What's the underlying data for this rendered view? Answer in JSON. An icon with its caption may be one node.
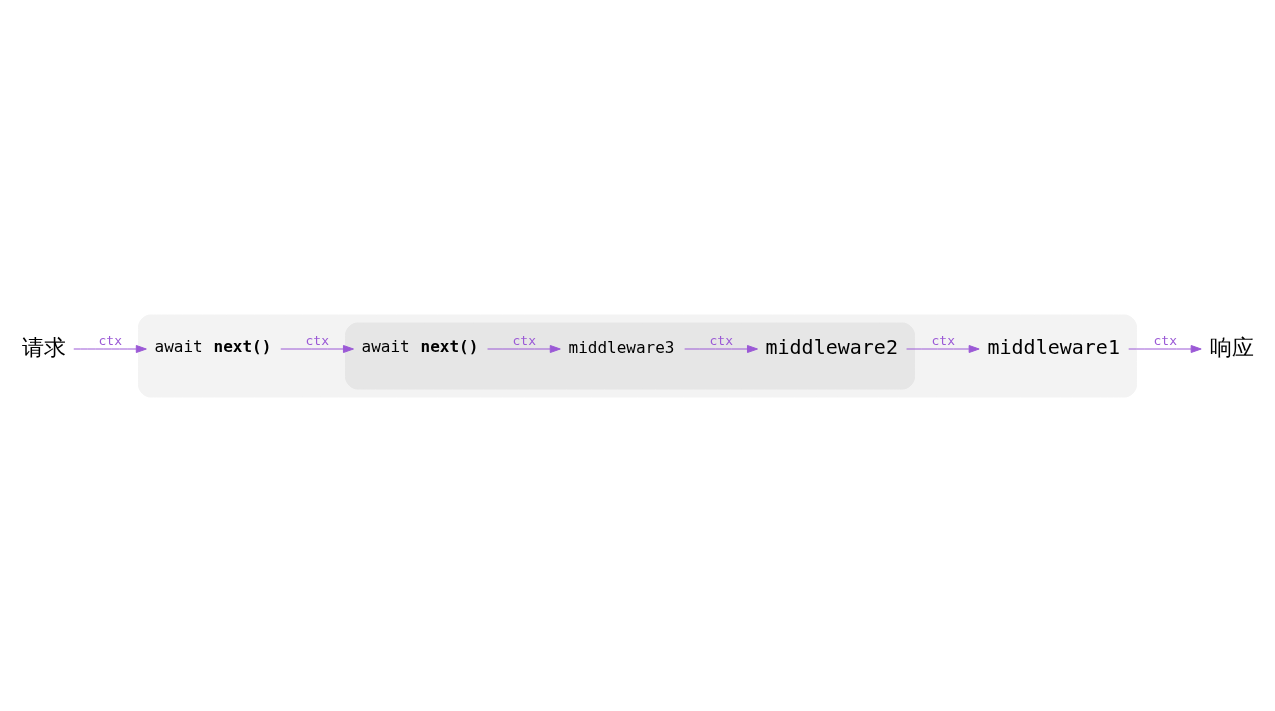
{
  "diagram": {
    "nodes": [
      {
        "text": [
          "请求"
        ]
      },
      {
        "text": [
          "middleware1"
        ]
      },
      {
        "text": [
          "await **next()**"
        ],
        "in": 1
      },
      {
        "text": [
          "middleware2"
        ],
        "in": 1
      },
      {
        "text": [
          "await **next()**"
        ],
        "in": 3
      },
      {
        "text": [
          "middleware3"
        ],
        "in": 3
      },
      {
        "text": [
          "响应"
        ]
      }
    ],
    "edges": [
      {
        "from": 0,
        "to": 2,
        "arrow": "to",
        "label": "ctx"
      },
      {
        "from": 2,
        "to": 4,
        "arrow": "to",
        "label": "ctx"
      },
      {
        "from": 4,
        "to": 5,
        "arrow": "to",
        "label": "ctx"
      },
      {
        "from": 5,
        "to": 3,
        "arrow": "to",
        "label": "ctx"
      },
      {
        "from": 3,
        "to": 1,
        "arrow": "to",
        "label": "ctx"
      },
      {
        "from": 1,
        "to": 6,
        "arrow": "to",
        "label": "ctx"
      }
    ]
  }
}
